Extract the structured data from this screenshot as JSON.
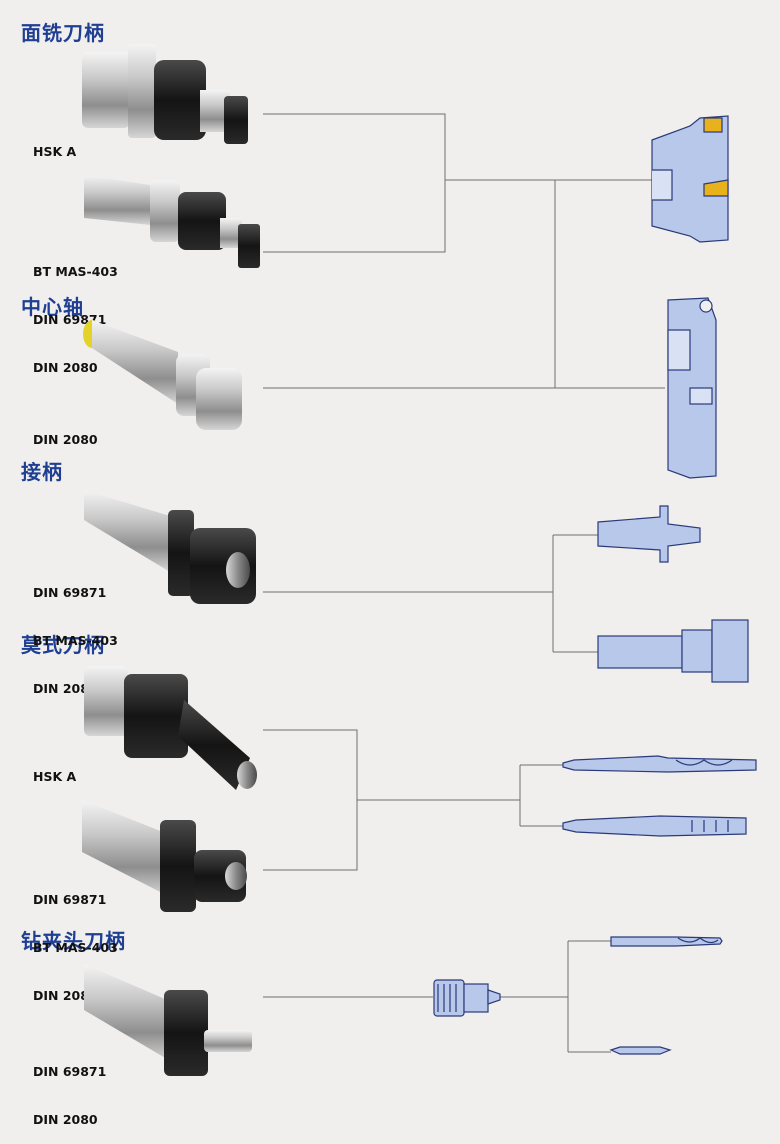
{
  "sections": [
    {
      "heading": "面铣刀柄",
      "items": [
        {
          "labels": [
            "HSK A"
          ]
        },
        {
          "labels": [
            "BT MAS-403",
            "DIN 69871",
            "DIN 2080"
          ]
        }
      ]
    },
    {
      "heading": "中心轴",
      "items": [
        {
          "labels": [
            "DIN 2080"
          ]
        }
      ]
    },
    {
      "heading": "接柄",
      "items": [
        {
          "labels": [
            "DIN 69871",
            "BT MAS-403",
            "DIN 2080"
          ]
        }
      ]
    },
    {
      "heading": "莫式刀柄",
      "items": [
        {
          "labels": [
            "HSK A"
          ]
        },
        {
          "labels": [
            "DIN 69871",
            "BT MAS-403",
            "DIN 2080"
          ]
        }
      ]
    },
    {
      "heading": "钻夹头刀柄",
      "items": [
        {
          "labels": [
            "DIN 69871",
            "DIN 2080"
          ]
        }
      ]
    }
  ],
  "colors": {
    "heading": "#1f3f93",
    "drawing_fill": "#b8c8ea",
    "drawing_stroke": "#2a3a7a",
    "background": "#f1efee"
  }
}
